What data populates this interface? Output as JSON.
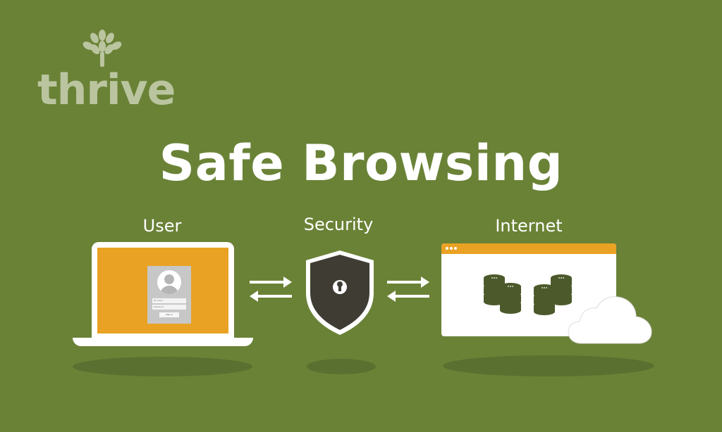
{
  "logo": {
    "text": "thrive",
    "icon": "tree-icon"
  },
  "title": "Safe Browsing",
  "labels": {
    "user": "User",
    "security": "Security",
    "internet": "Internet"
  },
  "login_form": {
    "id_field": "ID name",
    "password_field": "Password",
    "sign_in": "Sign in"
  },
  "colors": {
    "background": "#6a8236",
    "accent": "#e9a223",
    "shield": "#3f3c34",
    "database": "#4c5a2b",
    "text": "#ffffff"
  },
  "icons": {
    "laptop": "laptop-icon",
    "arrows": "exchange-arrows-icon",
    "shield": "shield-lock-icon",
    "browser": "browser-window-icon",
    "database": "database-icon",
    "cloud": "cloud-icon"
  }
}
